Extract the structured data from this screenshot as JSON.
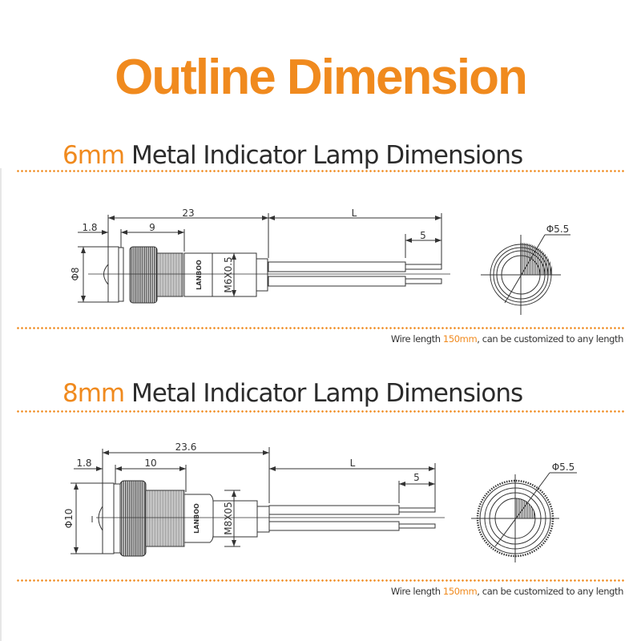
{
  "page": {
    "title": "Outline Dimension",
    "accent_color": "#f08a1e",
    "text_color": "#2b2b2b"
  },
  "sections": [
    {
      "size_label": "6mm",
      "heading_rest": " Metal Indicator Lamp Dimensions",
      "dimensions": {
        "lens_depth": "1.8",
        "nut_length": "9",
        "total_length": "23",
        "wire_length": "L",
        "strip_length": "5",
        "head_diameter": "Φ8",
        "thread": "M6X0.5",
        "front_view_diameter": "Φ5.5",
        "brand_mark": "LANBOO"
      },
      "note": {
        "prefix": "Wire length ",
        "value": "150mm",
        "suffix": ", can be customized to any length"
      }
    },
    {
      "size_label": "8mm",
      "heading_rest": " Metal Indicator Lamp Dimensions",
      "dimensions": {
        "lens_depth": "1.8",
        "nut_length": "10",
        "total_length": "23.6",
        "wire_length": "L",
        "strip_length": "5",
        "head_diameter": "Φ10",
        "thread": "M8X05",
        "front_view_diameter": "Φ5.5",
        "brand_mark": "LANBOO"
      },
      "note": {
        "prefix": "Wire length ",
        "value": "150mm",
        "suffix": ", can be customized to any length"
      }
    }
  ]
}
